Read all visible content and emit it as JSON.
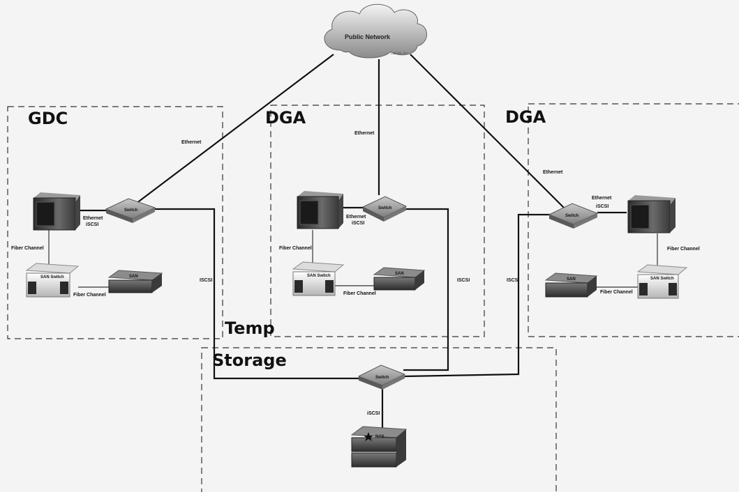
{
  "cloud": {
    "label": "Public Network",
    "sub": "Lakota, Inc."
  },
  "regions": [
    {
      "id": "gdc",
      "title": "GDC"
    },
    {
      "id": "dga1",
      "title": "DGA"
    },
    {
      "id": "dga2",
      "title": "DGA"
    },
    {
      "id": "temp",
      "title_line1": "Temp",
      "title_line2": "Storage"
    }
  ],
  "devices": {
    "switch": "Switch",
    "san": "SAN",
    "san_switch": "SAN Switch",
    "nas": "NAS"
  },
  "links": {
    "ethernet": "Ethernet",
    "iscsi": "iSCSI",
    "iscsi_caps": "ISCSI",
    "fiber_channel": "Fiber Channel"
  }
}
